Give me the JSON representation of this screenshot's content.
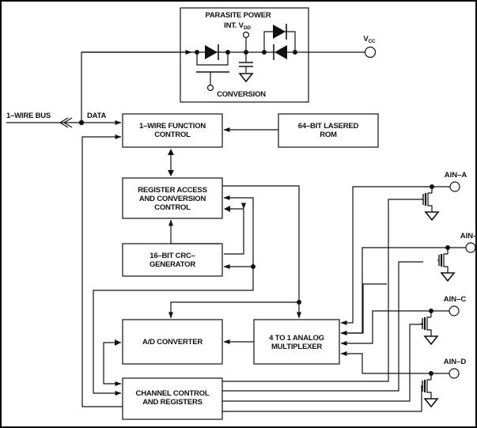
{
  "diagram": {
    "title": "Block diagram",
    "parasite_power": {
      "label": "PARASITE POWER",
      "int_vdd_prefix": "INT. V",
      "int_vdd_sub": "DD",
      "conversion": "CONVERSION"
    },
    "vcc": {
      "prefix": "V",
      "sub": "CC"
    },
    "bus": {
      "label": "1–WIRE BUS",
      "data_label": "DATA"
    },
    "blocks": {
      "one_wire_function": [
        "1–WIRE FUNCTION",
        "CONTROL"
      ],
      "rom": [
        "64–BIT LASERED",
        "ROM"
      ],
      "register_access": [
        "REGISTER ACCESS",
        "AND CONVERSION",
        "CONTROL"
      ],
      "crc": [
        "16–BIT CRC–",
        "GENERATOR"
      ],
      "adc": [
        "A/D CONVERTER"
      ],
      "mux": [
        "4 TO 1 ANALOG",
        "MULTIPLEXER"
      ],
      "channel_control": [
        "CHANNEL CONTROL",
        "AND REGISTERS"
      ]
    },
    "inputs": [
      "AIN–A",
      "AIN–B",
      "AIN–C",
      "AIN–D"
    ],
    "icons": {
      "diode": "diode-icon",
      "capacitor": "capacitor-icon",
      "ground": "ground-icon",
      "transistor": "mosfet-icon",
      "terminal": "terminal-circle-icon"
    }
  }
}
